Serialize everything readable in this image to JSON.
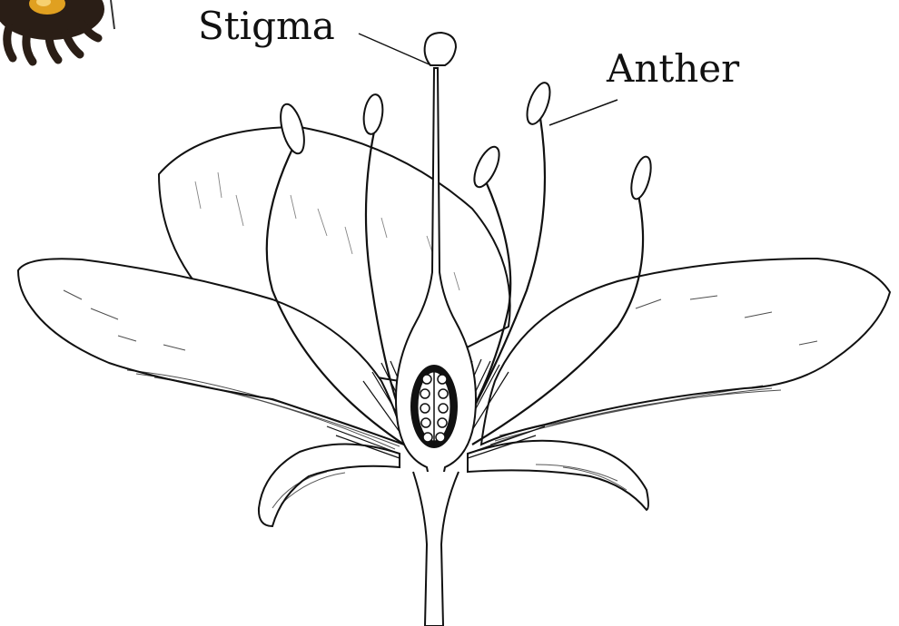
{
  "labels": {
    "stigma": "Stigma",
    "anther": "Anther"
  },
  "colors": {
    "ink": "#111111",
    "background": "#ffffff",
    "bee_body": "#2a1e16",
    "bee_highlight": "#e0a020"
  },
  "icons": {
    "bee": "bee-illustration-partial"
  }
}
